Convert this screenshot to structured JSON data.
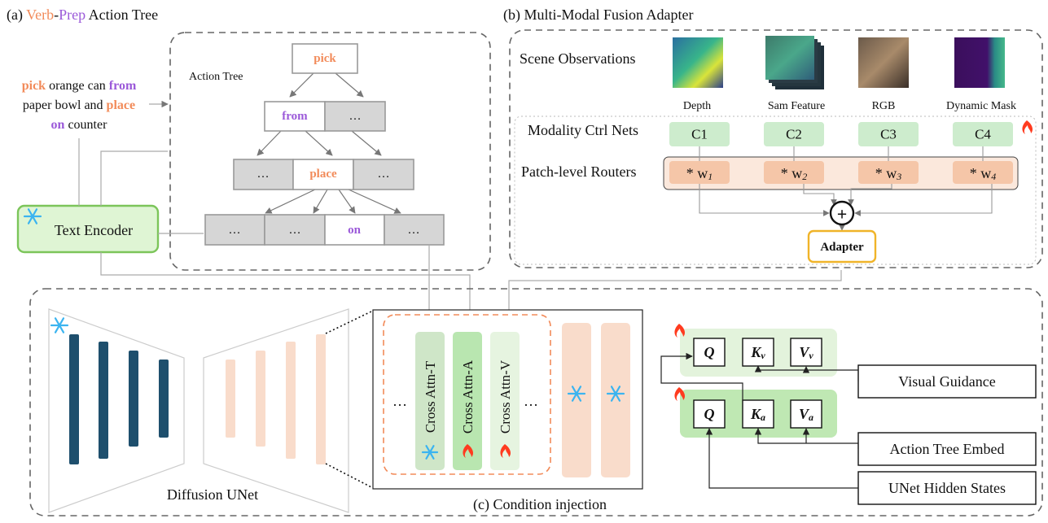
{
  "colors": {
    "verb": "#f28b5a",
    "prep": "#9b59d9",
    "encoder_fill": "#dff5d4",
    "encoder_border": "#7cc55a",
    "node_gray": "#d6d6d6",
    "ctrl_green": "#cdeccd",
    "router_orange": "#f5c6a8",
    "unet_dark": "#1e4f6d",
    "unet_light": "#f9dccb",
    "adapter_border": "#f0b429",
    "flame": "#ff3b1f",
    "snow": "#3bb4f0",
    "dash": "#666666"
  },
  "section_a": {
    "label_prefix": "(a) ",
    "label_verb": "Verb",
    "label_dash": "-",
    "label_prep": "Prep",
    "label_suffix": " Action Tree",
    "instruction": {
      "w1": "pick",
      "w2": " orange can ",
      "w3": "from",
      "w4": "paper bowl and ",
      "w5": "place",
      "w6": "on",
      "w7": " counter"
    },
    "tree_title": "Action Tree",
    "nodes": {
      "root": "pick",
      "l1a": "from",
      "l1b": "…",
      "l2a": "…",
      "l2b": "place",
      "l2c": "…",
      "l3a": "…",
      "l3b": "…",
      "l3c": "on",
      "l3d": "…"
    },
    "text_encoder": "Text Encoder"
  },
  "section_b": {
    "label": "(b) Multi-Modal Fusion Adapter",
    "scene_observations": "Scene Observations",
    "modalities": [
      "Depth",
      "Sam Feature",
      "RGB",
      "Dynamic Mask"
    ],
    "ctrl_label": "Modality Ctrl Nets",
    "ctrl_nets": [
      "C1",
      "C2",
      "C3",
      "C4"
    ],
    "router_label": "Patch-level Routers",
    "routers": [
      {
        "prefix": "* w",
        "sub": "1"
      },
      {
        "prefix": "* w",
        "sub": "2"
      },
      {
        "prefix": "* w",
        "sub": "3"
      },
      {
        "prefix": "* w",
        "sub": "4"
      }
    ],
    "sum_symbol": "+",
    "adapter": "Adapter"
  },
  "section_c": {
    "label": "(c) Condition injection",
    "unet_label": "Diffusion UNet",
    "attn_blocks": [
      "Cross Attn-T",
      "Cross Attn-A",
      "Cross Attn-V"
    ],
    "ellipsis_left": "…",
    "ellipsis_right": "…",
    "top_row": {
      "q": "Q",
      "k": "K",
      "k_sub": "v",
      "v": "V",
      "v_sub": "v"
    },
    "bottom_row": {
      "q": "Q",
      "k": "K",
      "k_sub": "a",
      "v": "V",
      "v_sub": "a"
    },
    "visual_guidance": "Visual Guidance",
    "action_tree_embed": "Action Tree Embed",
    "unet_hidden_states": "UNet Hidden States"
  }
}
